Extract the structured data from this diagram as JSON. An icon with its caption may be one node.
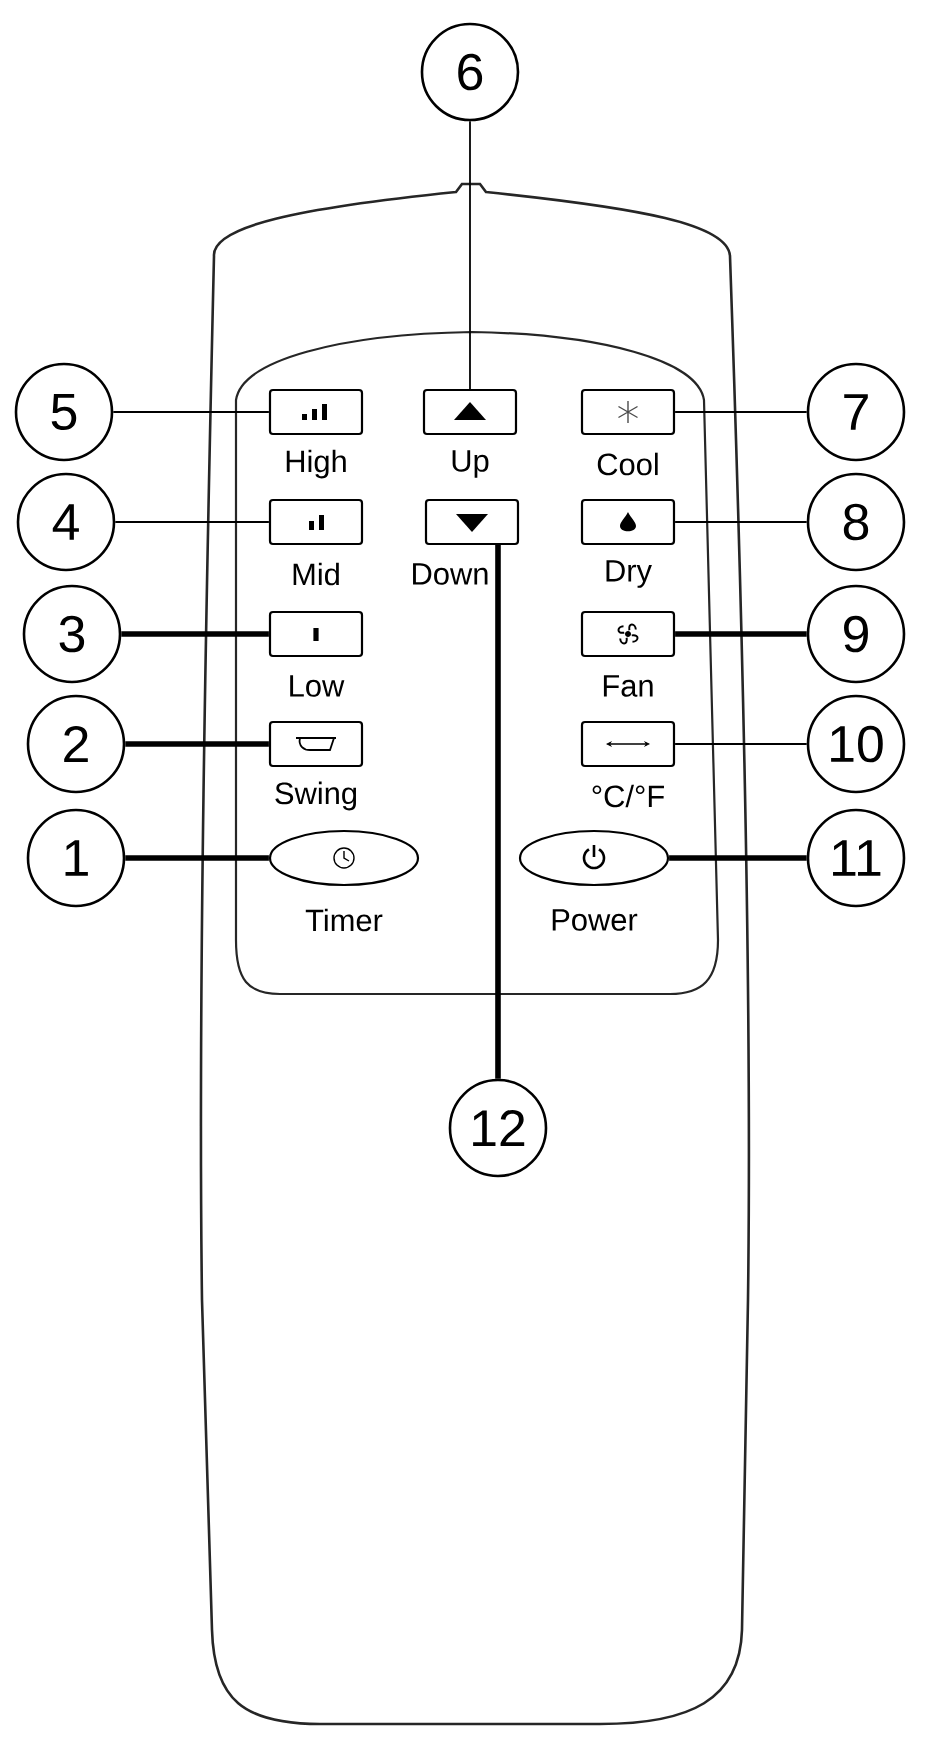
{
  "diagram": {
    "nodes": [
      {
        "text": [
          "6"
        ]
      },
      {
        "text": [
          "5"
        ]
      },
      {
        "text": [],
        "shape": "box",
        "beside": [
          "High"
        ]
      },
      {
        "text": [],
        "shape": "box",
        "beside": [
          "Up"
        ]
      },
      {
        "text": [],
        "shape": "box",
        "beside": [
          "Cool"
        ]
      },
      {
        "text": [
          "7"
        ]
      },
      {
        "text": [
          "4"
        ]
      },
      {
        "text": [],
        "shape": "box",
        "beside": [
          "Mid"
        ]
      },
      {
        "text": [],
        "shape": "box",
        "beside": [
          "Down"
        ]
      },
      {
        "text": [],
        "shape": "box",
        "beside": [
          "Dry"
        ]
      },
      {
        "text": [
          "8"
        ]
      },
      {
        "text": [
          "3"
        ]
      },
      {
        "text": [],
        "shape": "box",
        "beside": [
          "Low"
        ]
      },
      {
        "text": [],
        "shape": "box",
        "beside": [
          "Fan"
        ]
      },
      {
        "text": [
          "9"
        ]
      },
      {
        "text": [
          "2"
        ]
      },
      {
        "text": [],
        "shape": "box",
        "beside": [
          "Swing"
        ]
      },
      {
        "text": [],
        "shape": "box",
        "beside": [
          "°C/°F"
        ]
      },
      {
        "text": [
          "10"
        ]
      },
      {
        "text": [
          "1"
        ]
      },
      {
        "text": [],
        "shape": "ellipse",
        "beside": [
          "Timer"
        ]
      },
      {
        "text": [],
        "shape": "ellipse",
        "beside": [
          "Power"
        ]
      },
      {
        "text": [
          "11"
        ]
      },
      {
        "text": [
          "12"
        ]
      }
    ],
    "edges": [
      {
        "from": 0,
        "to": 3,
        "arrow": "none"
      },
      {
        "from": 1,
        "to": 2,
        "arrow": "none"
      },
      {
        "from": 5,
        "to": 4,
        "arrow": "none"
      },
      {
        "from": 6,
        "to": 7,
        "arrow": "none"
      },
      {
        "from": 10,
        "to": 9,
        "arrow": "none"
      },
      {
        "from": 11,
        "to": 12,
        "arrow": "none",
        "style": "thick"
      },
      {
        "from": 14,
        "to": 13,
        "arrow": "none",
        "style": "thick"
      },
      {
        "from": 15,
        "to": 16,
        "arrow": "none",
        "style": "thick"
      },
      {
        "from": 18,
        "to": 17,
        "arrow": "none"
      },
      {
        "from": 19,
        "to": 20,
        "arrow": "none",
        "style": "thick"
      },
      {
        "from": 22,
        "to": 21,
        "arrow": "none",
        "style": "thick"
      },
      {
        "from": 23,
        "to": 8,
        "arrow": "none",
        "style": "thick"
      }
    ]
  }
}
